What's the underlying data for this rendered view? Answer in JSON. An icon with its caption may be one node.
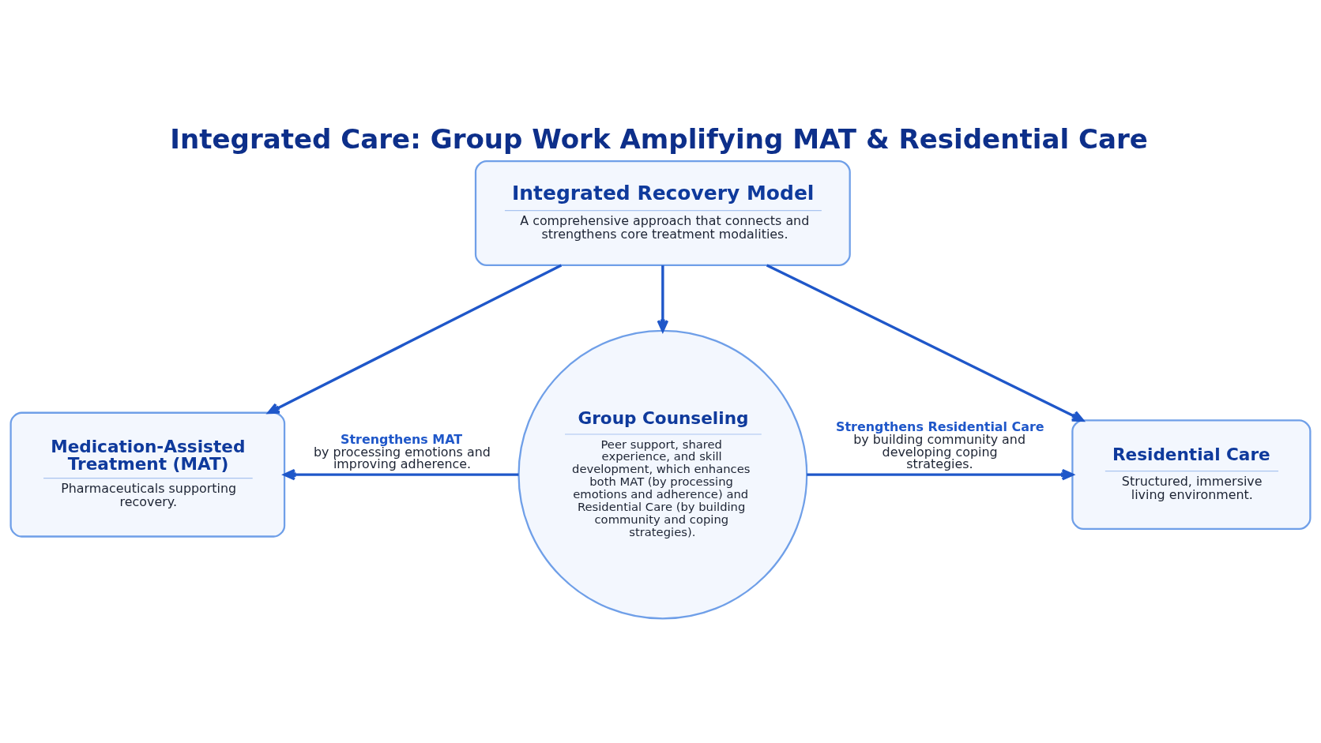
{
  "diagram": {
    "title": "Integrated Care: Group Work Amplifying MAT & Residential Care",
    "nodes": [
      {
        "text": [
          "Integrated Recovery Model",
          "A comprehensive approach that connects and strengthens core treatment modalities."
        ]
      },
      {
        "text": [
          "Medication-Assisted Treatment (MAT)",
          "Pharmaceuticals supporting recovery."
        ]
      },
      {
        "text": [
          "Group Counseling",
          "Peer support, shared experience, and skill development, which enhances both MAT (by processing emotions and adherence) and Residential Care (by building community and coping strategies)."
        ]
      },
      {
        "text": [
          "Residential Care",
          "Structured, immersive living environment."
        ]
      }
    ],
    "edges": [
      {
        "from": 0,
        "to": 1,
        "arrow": "to"
      },
      {
        "from": 0,
        "to": 2,
        "arrow": "to"
      },
      {
        "from": 0,
        "to": 3,
        "arrow": "to"
      },
      {
        "from": 2,
        "to": 1,
        "arrow": "to",
        "label": "**Strengthens MAT** by processing emotions and improving adherence."
      },
      {
        "from": 2,
        "to": 3,
        "arrow": "to",
        "label": "**Strengthens Residential Care** by building community and developing coping strategies."
      }
    ]
  }
}
